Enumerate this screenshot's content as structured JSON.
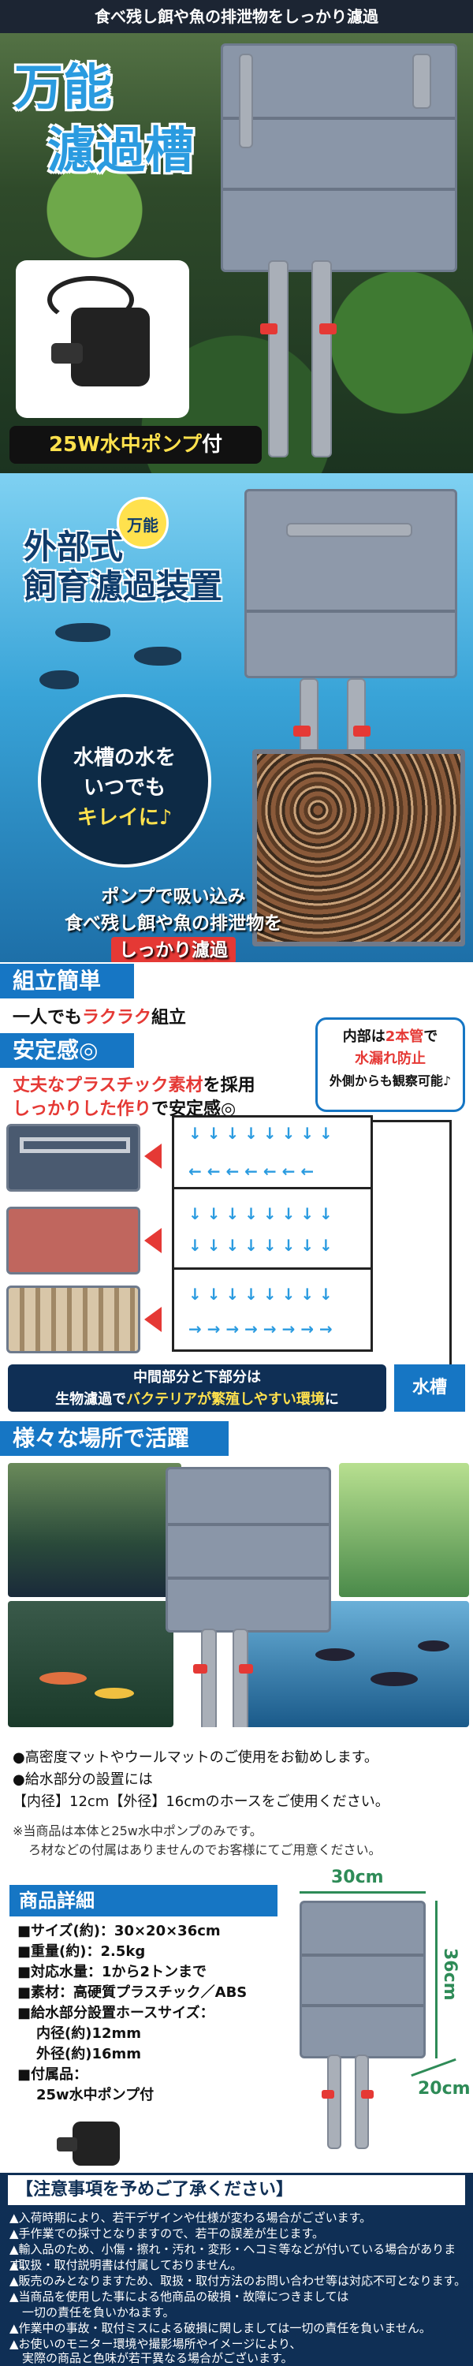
{
  "hero": {
    "banner": "食べ残し餌や魚の排泄物をしっかり濾過",
    "title_line1": "万能",
    "title_line2": "濾過槽",
    "pump_label_main": "25W水中ポンプ",
    "pump_label_suffix": "付"
  },
  "section2": {
    "badge": "万能",
    "title_line1": "外部式",
    "title_line2": "飼育濾過装置",
    "bubble_line1": "水槽の水を",
    "bubble_line2": "いつでも",
    "bubble_line3": "キレイに♪",
    "pump_line1": "ポンプで吸い込み",
    "pump_line2": "食べ残し餌や魚の排泄物を",
    "pump_line3": "しっかり濾過"
  },
  "section3": {
    "band1": "組立簡単",
    "assembly_pre": "一人でも",
    "assembly_hl": "ラクラク",
    "assembly_post": "組立",
    "band2": "安定感◎",
    "desc1_hl": "丈夫なプラスチック素材",
    "desc1_post": "を採用",
    "desc2_hl": "しっかりした作り",
    "desc2_post": "で安定感◎",
    "callout_line1_pre": "内部は",
    "callout_line1_hl": "2本管",
    "callout_line1_post": "で",
    "callout_line2_hl": "水漏れ防止",
    "callout_line3": "外側からも観察可能♪",
    "mid_line1": "中間部分と下部分は",
    "mid_line2_pre": "生物濾過で",
    "mid_line2_hl": "バクテリアが繁殖しやすい環境",
    "mid_line2_post": "に",
    "tank_label": "水槽"
  },
  "section4": {
    "band": "様々な場所で活躍"
  },
  "section5": {
    "bullet1": "●高密度マットやウールマットのご使用をお勧めします。",
    "bullet2": "●給水部分の設置には",
    "bullet3": "【内径】12cm【外径】16cmのホースをご使用ください。",
    "note1": "※当商品は本体と25w水中ポンプのみです。",
    "note2": "ろ材などの付属はありませんのでお客様にてご用意ください。",
    "spec_head": "商品詳細",
    "spec_size": "■サイズ(約)：30×20×36cm",
    "spec_weight": "■重量(約)：2.5kg",
    "spec_capacity": "■対応水量：1から2トンまで",
    "spec_material": "■素材：高硬質プラスチック／ABS",
    "spec_hose": "■給水部分設置ホースサイズ：",
    "spec_inner": "内径(約)12mm",
    "spec_outer": "外径(約)16mm",
    "spec_acc": "■付属品：",
    "spec_acc_item": "25w水中ポンプ付",
    "dim_width": "30cm",
    "dim_height": "36cm",
    "dim_depth": "20cm"
  },
  "section6": {
    "head": "【注意事項を予めご了承ください】",
    "w1": "▲入荷時期により、若干デザインや仕様が変わる場合がございます。",
    "w2": "▲手作業での採寸となりますので、若干の誤差が生じます。",
    "w3": "▲輸入品のため、小傷・擦れ・汚れ・変形・ヘコミ等などが付いている場合があります。",
    "w4": "▲取扱・取付説明書は付属しておりません。",
    "w5": "▲販売のみとなりますため、取扱・取付方法のお問い合わせ等は対応不可となります。",
    "w6": "▲当商品を使用した事による他商品の破損・故障につきましては",
    "w7": "一切の責任を負いかねます。",
    "w8": "▲作業中の事故・取付ミスによる破損に関しましては一切の責任を負いません。",
    "w9": "▲お使いのモニター環境や撮影場所やイメージにより、",
    "w10": "実際の商品と色味が若干異なる場合がございます。"
  },
  "colors": {
    "accent_blue": "#1676c4",
    "title_blue": "#2a9be0",
    "highlight_red": "#e53935",
    "highlight_yellow": "#ffe14d",
    "navy": "#0f2f55"
  }
}
